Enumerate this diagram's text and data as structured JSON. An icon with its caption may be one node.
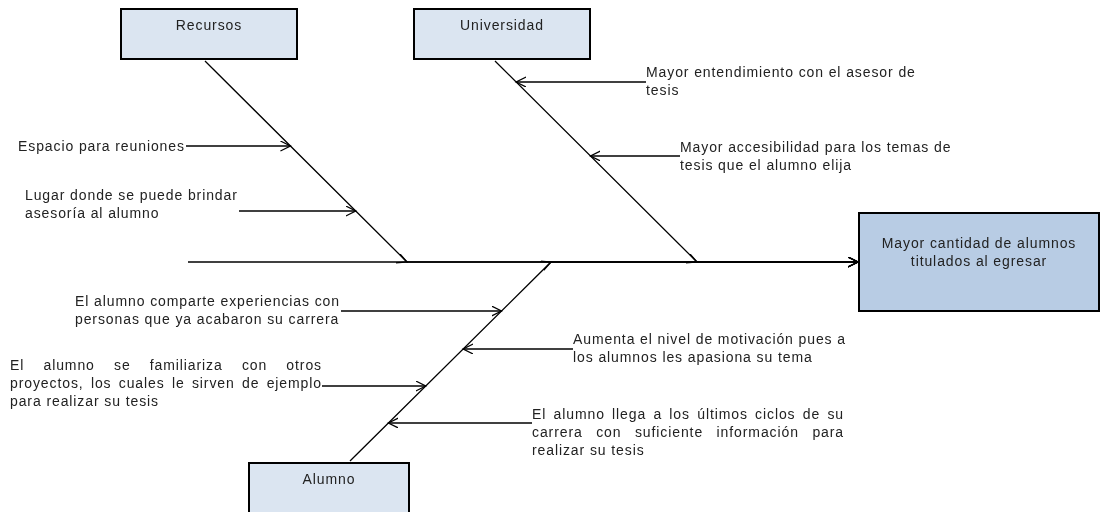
{
  "diagram": {
    "nodes": [
      {
        "text": [
          "Recursos"
        ]
      },
      {
        "text": [
          "Universidad"
        ]
      },
      {
        "text": [
          "Mayor entendimiento con el asesor de tesis"
        ]
      },
      {
        "text": [
          "Espacio para reuniones"
        ]
      },
      {
        "text": [
          "Mayor accesibilidad para los temas de tesis que el alumno elija"
        ]
      },
      {
        "text": [
          "Lugar donde se puede brindar asesoría al alumno"
        ]
      },
      {
        "text": [
          "Mayor cantidad de alumnos titulados al egresar"
        ]
      },
      {
        "text": [
          "El alumno comparte experiencias con personas que ya acabaron su carrera"
        ]
      },
      {
        "text": [
          "Aumenta el nivel de motivación pues a los alumnos les apasiona su tema"
        ]
      },
      {
        "text": [
          "El alumno se familiariza con otros proyectos, los cuales le sirven de ejemplo para realizar su tesis"
        ]
      },
      {
        "text": [
          "El alumno llega a los últimos ciclos de su carrera con suficiente información para realizar su tesis"
        ]
      },
      {
        "text": [
          "Alumno"
        ]
      }
    ],
    "edges": [
      {
        "from": null,
        "to": 6,
        "arrow": "to"
      },
      {
        "from": 0,
        "to": 6,
        "arrow": "to"
      },
      {
        "from": 1,
        "to": 6,
        "arrow": "to"
      },
      {
        "from": 11,
        "to": 6,
        "arrow": "to"
      },
      {
        "from": 3,
        "to": null,
        "arrow": "to"
      },
      {
        "from": 5,
        "to": null,
        "arrow": "to"
      },
      {
        "from": 2,
        "to": 1,
        "arrow": "to"
      },
      {
        "from": 4,
        "to": null,
        "arrow": "to"
      },
      {
        "from": 7,
        "to": null,
        "arrow": "to"
      },
      {
        "from": 8,
        "to": null,
        "arrow": "to"
      },
      {
        "from": 9,
        "to": 11,
        "arrow": "to"
      },
      {
        "from": 10,
        "to": 11,
        "arrow": "to"
      }
    ]
  }
}
